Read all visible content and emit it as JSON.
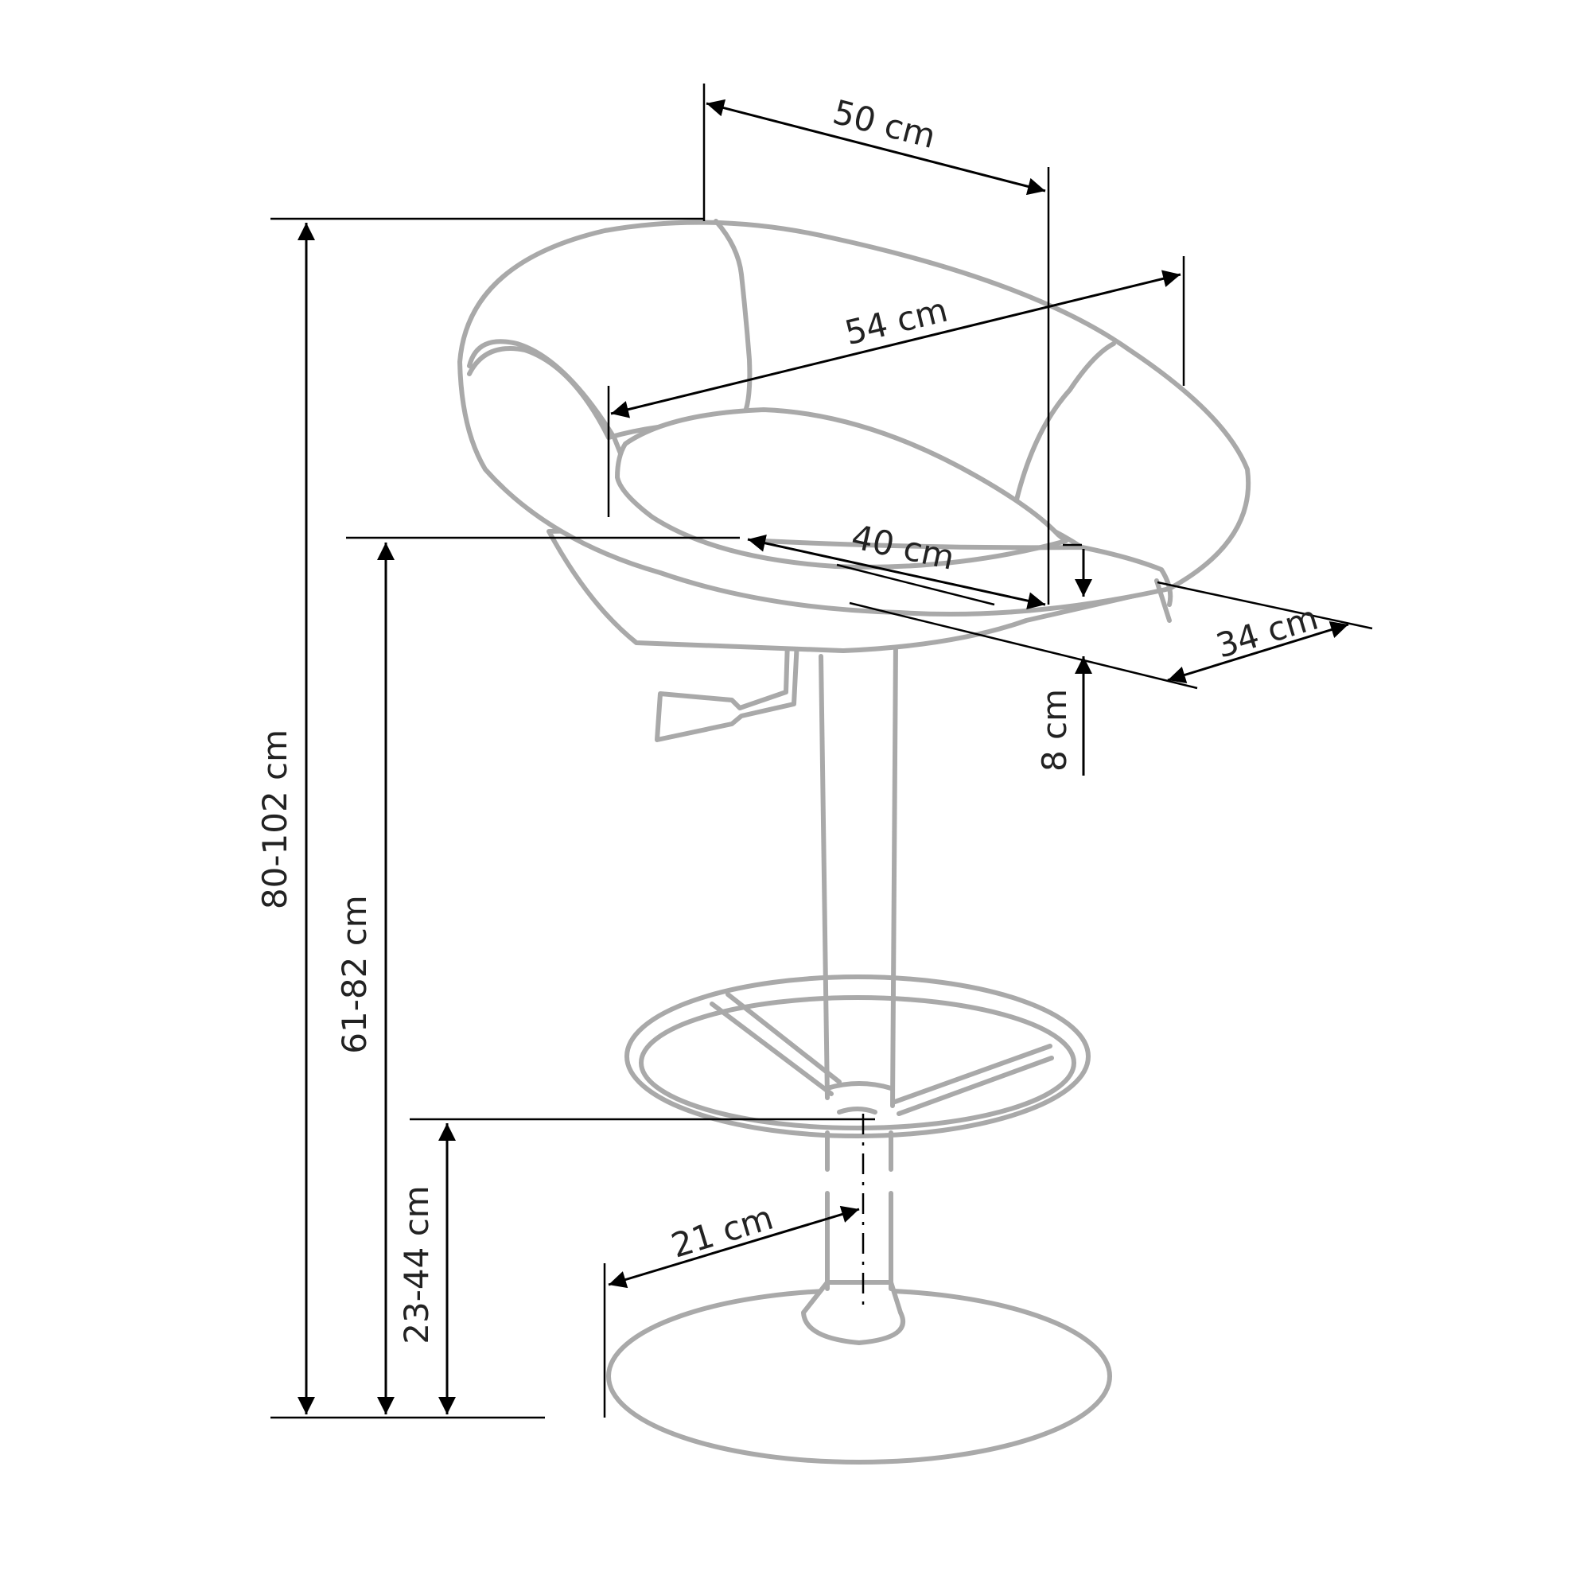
{
  "dimensions": {
    "total_height": "80-102 cm",
    "seat_height": "61-82 cm",
    "footrest_height": "23-44 cm",
    "backrest_width": "50 cm",
    "seat_width": "54 cm",
    "seat_depth": "40 cm",
    "seat_depth_inner": "34 cm",
    "seat_thickness": "8 cm",
    "base_radius": "21 cm"
  },
  "colors": {
    "chair_outline": "#a9a9a9",
    "dimension_lines": "#000000",
    "label_text": "#222222",
    "background": "#ffffff"
  }
}
